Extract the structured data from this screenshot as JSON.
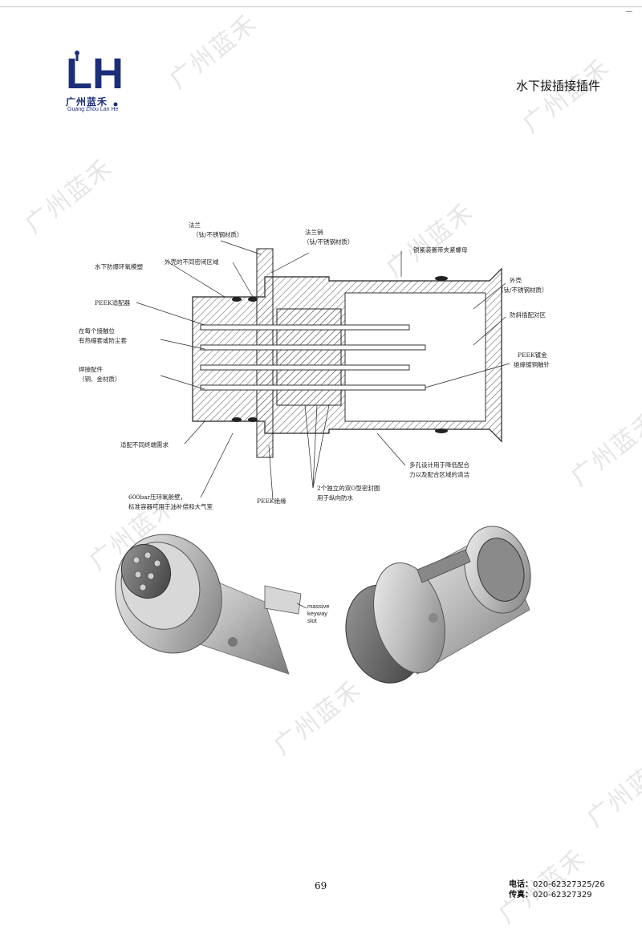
{
  "logo": {
    "mark": "LH",
    "name_cn": "广州蓝禾",
    "name_en": "Guang Zhou Lan He",
    "brand_color": "#1c2e7a"
  },
  "page": {
    "title": "水下拔插接插件",
    "number": "69"
  },
  "watermark_text": "广州蓝禾",
  "diagram_labels": {
    "flange": "法兰",
    "flange_material": "（钛/不锈钢材质）",
    "flange_pin": "法兰销",
    "flange_pin_material": "（钛/不锈钢材质）",
    "locking": "锁紧装置带夹紧螺母",
    "epoxy_molding": "水下防爆环氧模塑",
    "seal_zones": "外壳的不同密闭区域",
    "peek_adapter": "PEEK适配器",
    "heat_shrink_1": "在每个接触位",
    "heat_shrink_2": "有热缩套或防尘套",
    "solder_1": "焊接配件",
    "solder_2": "（铜、金材质）",
    "shell": "外壳",
    "shell_material": "（钛/不锈钢材质）",
    "anti_misalign": "防斜插配对区",
    "peek_plating_1": "PEEK镀金",
    "peek_plating_2": "绝缘镀铜触针",
    "end_adapt": "适配不同终端需求",
    "multi_hole_1": "多孔设计用于降低配合",
    "multi_hole_2": "力以及配合区域的清洁",
    "bulkhead_1": "600bar压环氧舱壁，",
    "bulkhead_2": "标准容器可用于油补偿和大气室",
    "peek_insulation": "PEEK绝缘",
    "oring_1": "2个独立的双O型密封圈",
    "oring_2": "用于纵向防水"
  },
  "photo_labels": {
    "keyway": [
      "massive",
      "keyway",
      "slot"
    ]
  },
  "contact": {
    "phone_label": "电话：",
    "phone": "020-62327325/26",
    "fax_label": "传真：",
    "fax": "020-62327329"
  }
}
